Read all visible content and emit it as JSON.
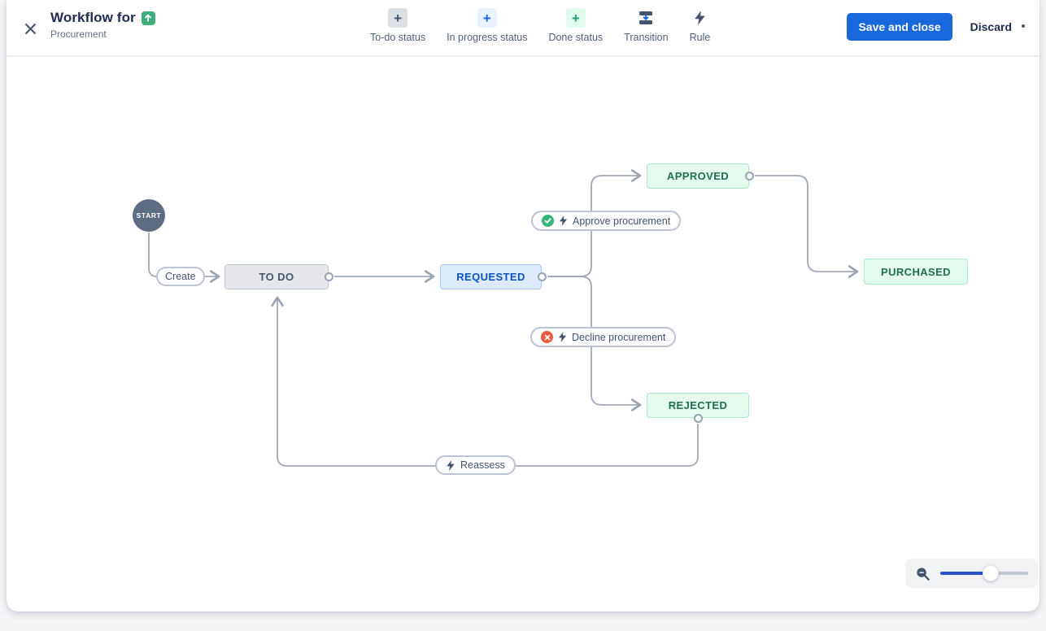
{
  "window": {
    "title": "Workflow for",
    "subtitle": "Procurement"
  },
  "toolbar": {
    "items": [
      {
        "label": "To-do status",
        "glyph": "+"
      },
      {
        "label": "In progress status",
        "glyph": "+"
      },
      {
        "label": "Done status",
        "glyph": "+"
      },
      {
        "label": "Transition"
      },
      {
        "label": "Rule"
      }
    ]
  },
  "actions": {
    "save": "Save and close",
    "discard": "Discard"
  },
  "diagram": {
    "start": "START",
    "nodes": {
      "todo": "TO DO",
      "requested": "REQUESTED",
      "approved": "APPROVED",
      "purchased": "PURCHASED",
      "rejected": "REJECTED"
    },
    "transitions": {
      "create": "Create",
      "approve": "Approve procurement",
      "decline": "Decline procurement",
      "reassess": "Reassess"
    }
  },
  "zoom_control": {
    "value_percent": 57
  },
  "colors": {
    "accent_blue": "#1868DB",
    "status_todo_bg": "#E5E7EB",
    "status_inprogress_bg": "#DEEBFF",
    "status_done_bg": "#E3FCEF",
    "status_done_text": "#216E4E",
    "status_inprogress_text": "#0B53C4",
    "approve_badge": "#36B37E",
    "decline_badge": "#E8593F",
    "start_node": "#5E6C84",
    "edge": "#A0A9B8",
    "slider_fill": "#2952CC"
  }
}
